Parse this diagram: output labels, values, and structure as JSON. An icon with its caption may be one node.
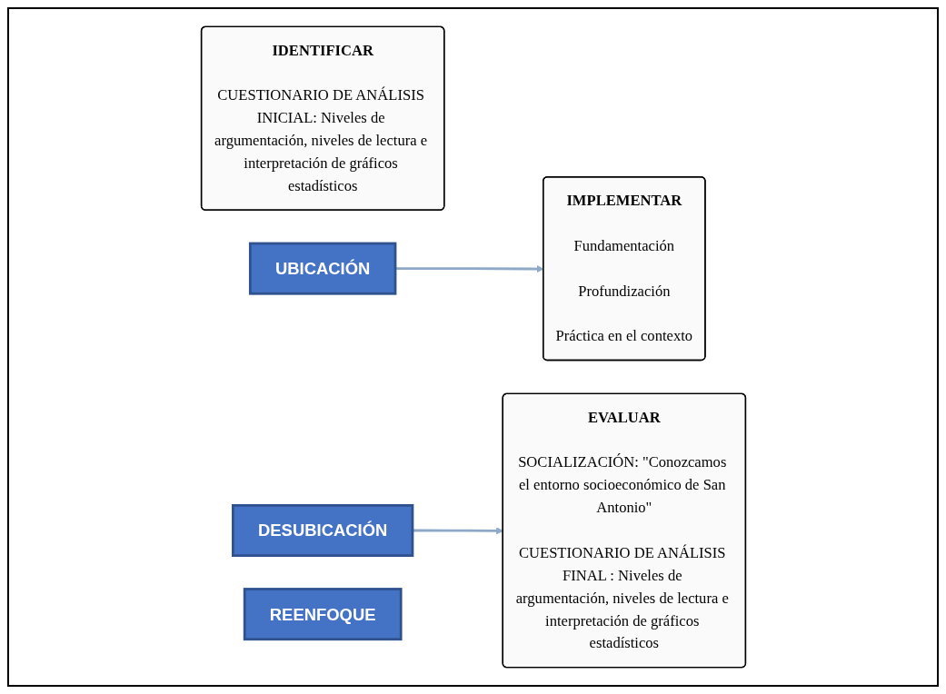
{
  "diagram": {
    "nodes": [
      {
        "text": [
          "IDENTIFICAR",
          "CUESTIONARIO DE ANÁLISIS INICIAL: Niveles de argumentación, niveles de lectura e interpretación de gráficos estadísticos"
        ]
      },
      {
        "text": [
          "UBICACIÓN"
        ]
      },
      {
        "text": [
          "DESUBICACIÓN"
        ]
      },
      {
        "text": [
          "IMPLEMENTAR",
          "Fundamentación",
          "Profundización",
          "Práctica en el contexto"
        ]
      },
      {
        "text": [
          "EVALUAR",
          "SOCIALIZACIÓN: \"Conozcamos el entorno socioeconómico de San Antonio\"",
          "CUESTIONARIO DE ANÁLISIS FINAL : Niveles de argumentación, niveles de lectura e interpretación de gráficos estadísticos"
        ]
      },
      {
        "text": [
          "REENFOQUE"
        ]
      }
    ],
    "edges": [
      {
        "from": 1,
        "to": 3,
        "arrow": "to"
      },
      {
        "from": 2,
        "to": 4,
        "arrow": "to"
      }
    ]
  }
}
